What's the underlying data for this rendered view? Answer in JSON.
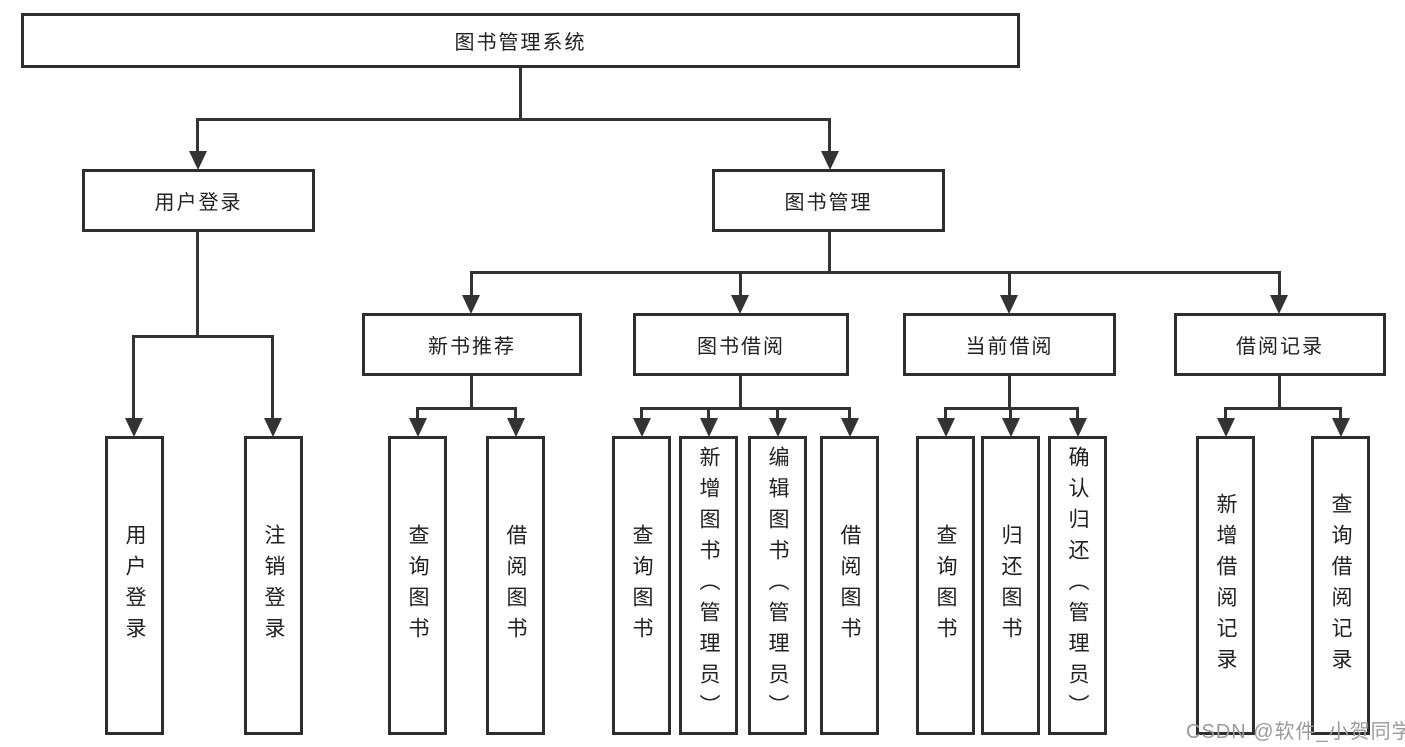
{
  "diagram_title": "图书管理系统",
  "tree": {
    "label": "图书管理系统",
    "children": [
      {
        "label": "用户登录",
        "children": [
          {
            "label": "用户登录"
          },
          {
            "label": "注销登录"
          }
        ]
      },
      {
        "label": "图书管理",
        "children": [
          {
            "label": "新书推荐",
            "children": [
              {
                "label": "查询图书"
              },
              {
                "label": "借阅图书"
              }
            ]
          },
          {
            "label": "图书借阅",
            "children": [
              {
                "label": "查询图书"
              },
              {
                "label": "新增图书（管理员）"
              },
              {
                "label": "编辑图书（管理员）"
              },
              {
                "label": "借阅图书"
              }
            ]
          },
          {
            "label": "当前借阅",
            "children": [
              {
                "label": "查询图书"
              },
              {
                "label": "归还图书"
              },
              {
                "label": "确认归还（管理员）"
              }
            ]
          },
          {
            "label": "借阅记录",
            "children": [
              {
                "label": "新增借阅记录"
              },
              {
                "label": "查询借阅记录"
              }
            ]
          }
        ]
      }
    ]
  },
  "watermark": "CSDN @软件_小贺同学",
  "colors": {
    "line": "#333333",
    "box_border": "#2e2e2e",
    "text": "#212121",
    "watermark": "#9b9b9b",
    "background": "#ffffff"
  }
}
